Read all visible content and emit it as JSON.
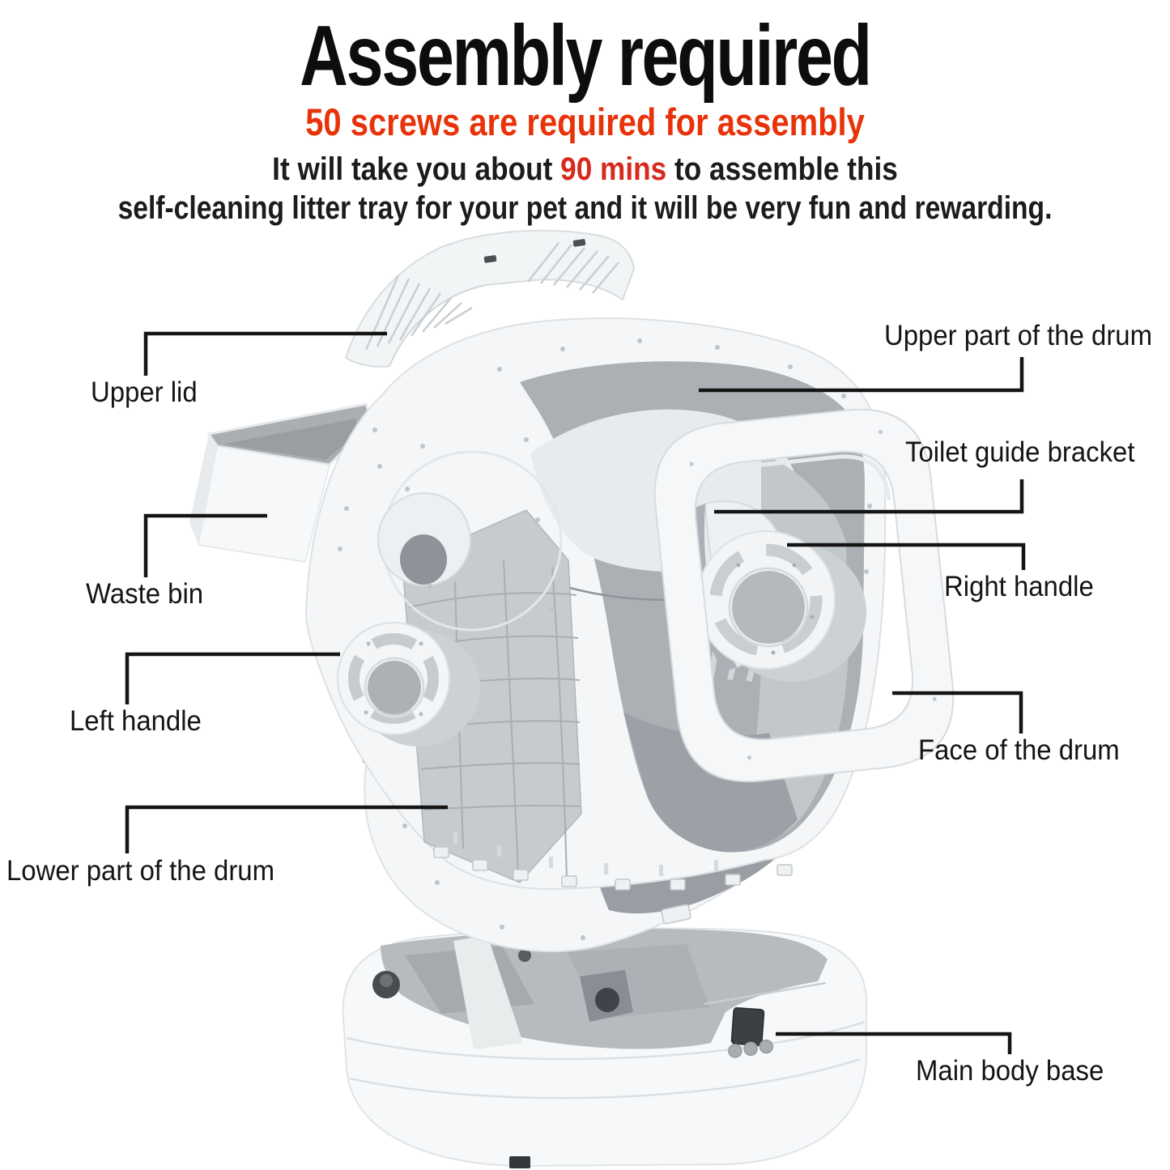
{
  "header": {
    "title": "Assembly required",
    "subtitle": "50 screws are required for assembly",
    "intro": {
      "before": "It will take you about ",
      "highlight": "90 mins",
      "after": " to assemble this",
      "line2": "self-cleaning litter tray for your pet and it will be very fun and rewarding."
    }
  },
  "callouts": {
    "upper_lid": {
      "label": "Upper lid"
    },
    "waste_bin": {
      "label": "Waste bin"
    },
    "left_handle": {
      "label": "Left handle"
    },
    "lower_drum": {
      "label": "Lower part of the drum"
    },
    "upper_drum": {
      "label": "Upper part of the drum"
    },
    "toilet_guide": {
      "label": "Toilet guide bracket"
    },
    "right_handle": {
      "label": "Right handle"
    },
    "face_drum": {
      "label": "Face of the drum"
    },
    "main_base": {
      "label": "Main body base"
    }
  },
  "colors": {
    "subtitle_red": "#e8330a",
    "highlight_red": "#d8291c",
    "body_text": "#1c1c1c",
    "callout_line": "#141414",
    "product_white": "#f4f6f8",
    "product_gray": "#b4b9bd",
    "screen_dark": "#3b4044"
  }
}
